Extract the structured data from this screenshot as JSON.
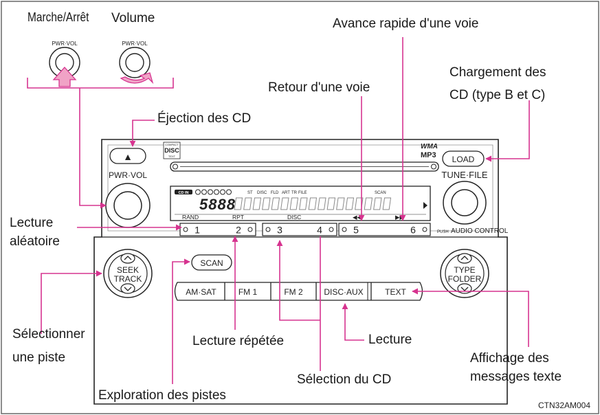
{
  "callouts": {
    "power": "Marche/Arrêt",
    "volume": "Volume",
    "fast_forward": "Avance rapide d'une voie",
    "load_line1": "Chargement des",
    "load_line2": "CD (type B et C)",
    "previous_track": "Retour d'une voie",
    "eject": "Éjection des CD",
    "random_line1": "Lecture",
    "random_line2": "aléatoire",
    "select_track_line1": "Sélectionner",
    "select_track_line2": "une piste",
    "repeat": "Lecture répétée",
    "play": "Lecture",
    "text_display_line1": "Affichage des",
    "text_display_line2": "messages texte",
    "disc_select": "Sélection du CD",
    "scan_tracks": "Exploration des pistes",
    "reference_code": "CTN32AM004"
  },
  "knob_labels": {
    "small_knob_left": "PWR·VOL",
    "small_knob_right": "PWR·VOL"
  },
  "radio": {
    "disc_logo_top": "COMPACT",
    "disc_logo_main": "DISC",
    "disc_logo_sub": "TEXT",
    "wma_logo": "WMA",
    "mp3_logo": "MP3",
    "eject_symbol": "▲",
    "load_button": "LOAD",
    "pwr_vol_label": "PWR·VOL",
    "tune_file_label": "TUNE·FILE",
    "push_label": "PUSH",
    "audio_control_label": "AUDIO CONTROL",
    "scan_button": "SCAN",
    "seek_label_1": "SEEK",
    "seek_label_2": "TRACK",
    "type_label_1": "TYPE",
    "type_label_2": "FOLDER",
    "preset_numbers": [
      "1",
      "2",
      "3",
      "4",
      "5",
      "6"
    ],
    "preset_sub_random": "RAND",
    "preset_sub_repeat": "RPT",
    "preset_sub_disc": "DISC",
    "display_cd_in": "CD IN",
    "display_number": "5888",
    "display_flags": [
      "ST",
      "DISC",
      "FLD",
      "ART",
      "TR",
      "FILE"
    ],
    "display_scan": "SCAN",
    "source_buttons": [
      "AM·SAT",
      "FM 1",
      "FM 2",
      "DISC·AUX",
      "TEXT"
    ]
  },
  "colors": {
    "callout_line": "#d6338f",
    "arrow_fill": "#f0a3c6",
    "outline": "#222222"
  }
}
